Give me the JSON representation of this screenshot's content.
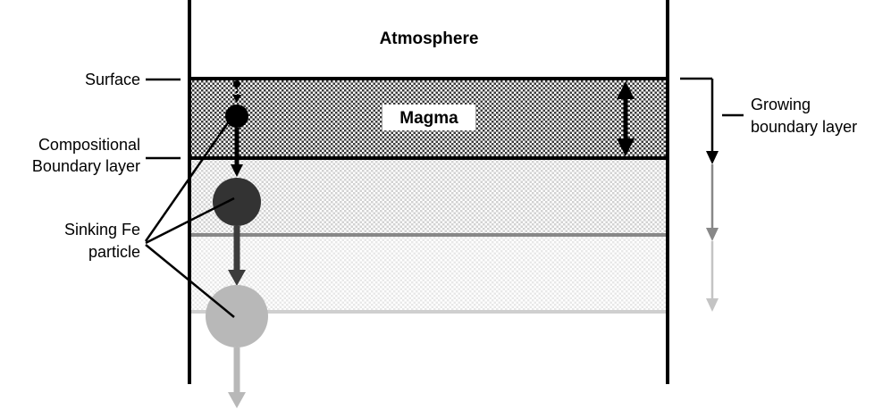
{
  "labels": {
    "atmosphere": "Atmosphere",
    "magma": "Magma",
    "surface": "Surface",
    "compositional_line1": "Compositional",
    "compositional_line2": "Boundary layer",
    "sinking_line1": "Sinking Fe",
    "sinking_line2": "particle",
    "growing_line1": "Growing",
    "growing_line2": "boundary layer"
  },
  "colors": {
    "stage1": "#000000",
    "stage2": "#333333",
    "stage3": "#888888",
    "stage4": "#bbbbbb",
    "stroke": "#000000"
  }
}
